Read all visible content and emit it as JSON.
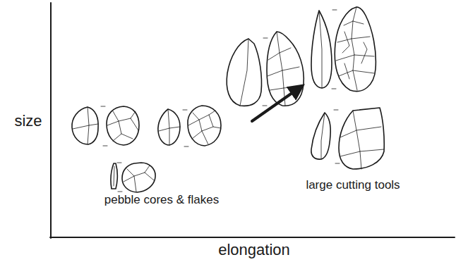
{
  "diagram": {
    "labels": [
      "size",
      "elongation",
      "pebble cores & flakes",
      "large cutting tools"
    ]
  }
}
